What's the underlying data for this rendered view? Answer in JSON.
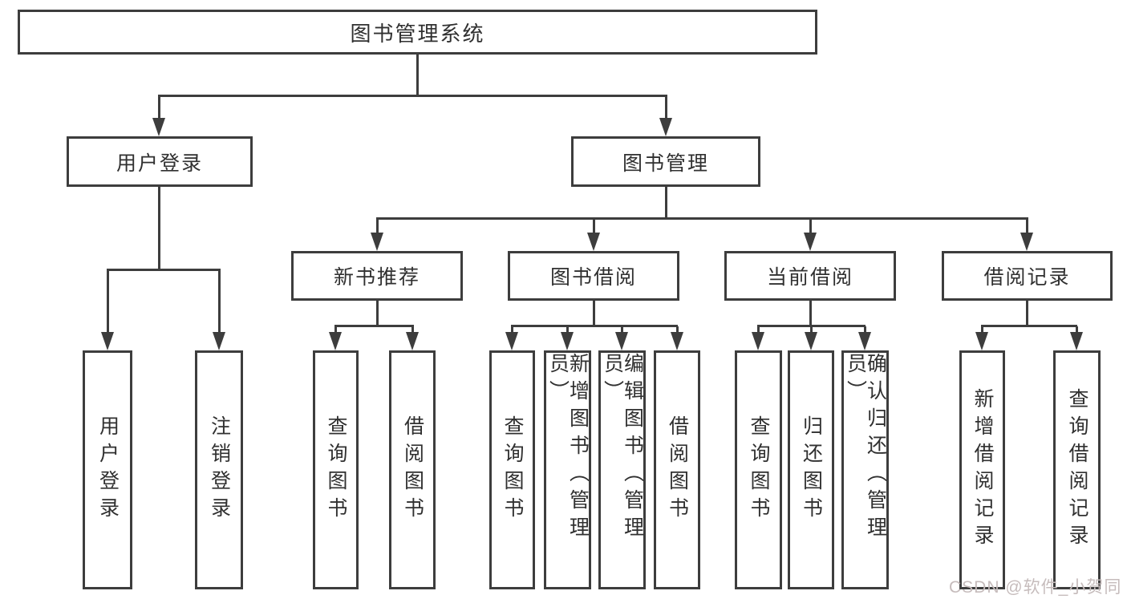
{
  "tree": {
    "label": "图书管理系统",
    "children": [
      {
        "label": "用户登录",
        "children": [
          {
            "label": "用户登录"
          },
          {
            "label": "注销登录"
          }
        ]
      },
      {
        "label": "图书管理",
        "children": [
          {
            "label": "新书推荐",
            "children": [
              {
                "label": "查询图书"
              },
              {
                "label": "借阅图书"
              }
            ]
          },
          {
            "label": "图书借阅",
            "children": [
              {
                "label": "查询图书"
              },
              {
                "label": "新增图书（管理员）"
              },
              {
                "label": "编辑图书（管理员）"
              },
              {
                "label": "借阅图书"
              }
            ]
          },
          {
            "label": "当前借阅",
            "children": [
              {
                "label": "查询图书"
              },
              {
                "label": "归还图书"
              },
              {
                "label": "确认归还（管理员）"
              }
            ]
          },
          {
            "label": "借阅记录",
            "children": [
              {
                "label": "新增借阅记录"
              },
              {
                "label": "查询借阅记录"
              }
            ]
          }
        ]
      }
    ]
  },
  "watermark": {
    "text": "CSDN @软件_小贺同学"
  },
  "colors": {
    "line": "#3d3d3d",
    "text": "#303030",
    "bg": "#ffffff",
    "watermark": "#c6bcbc"
  }
}
